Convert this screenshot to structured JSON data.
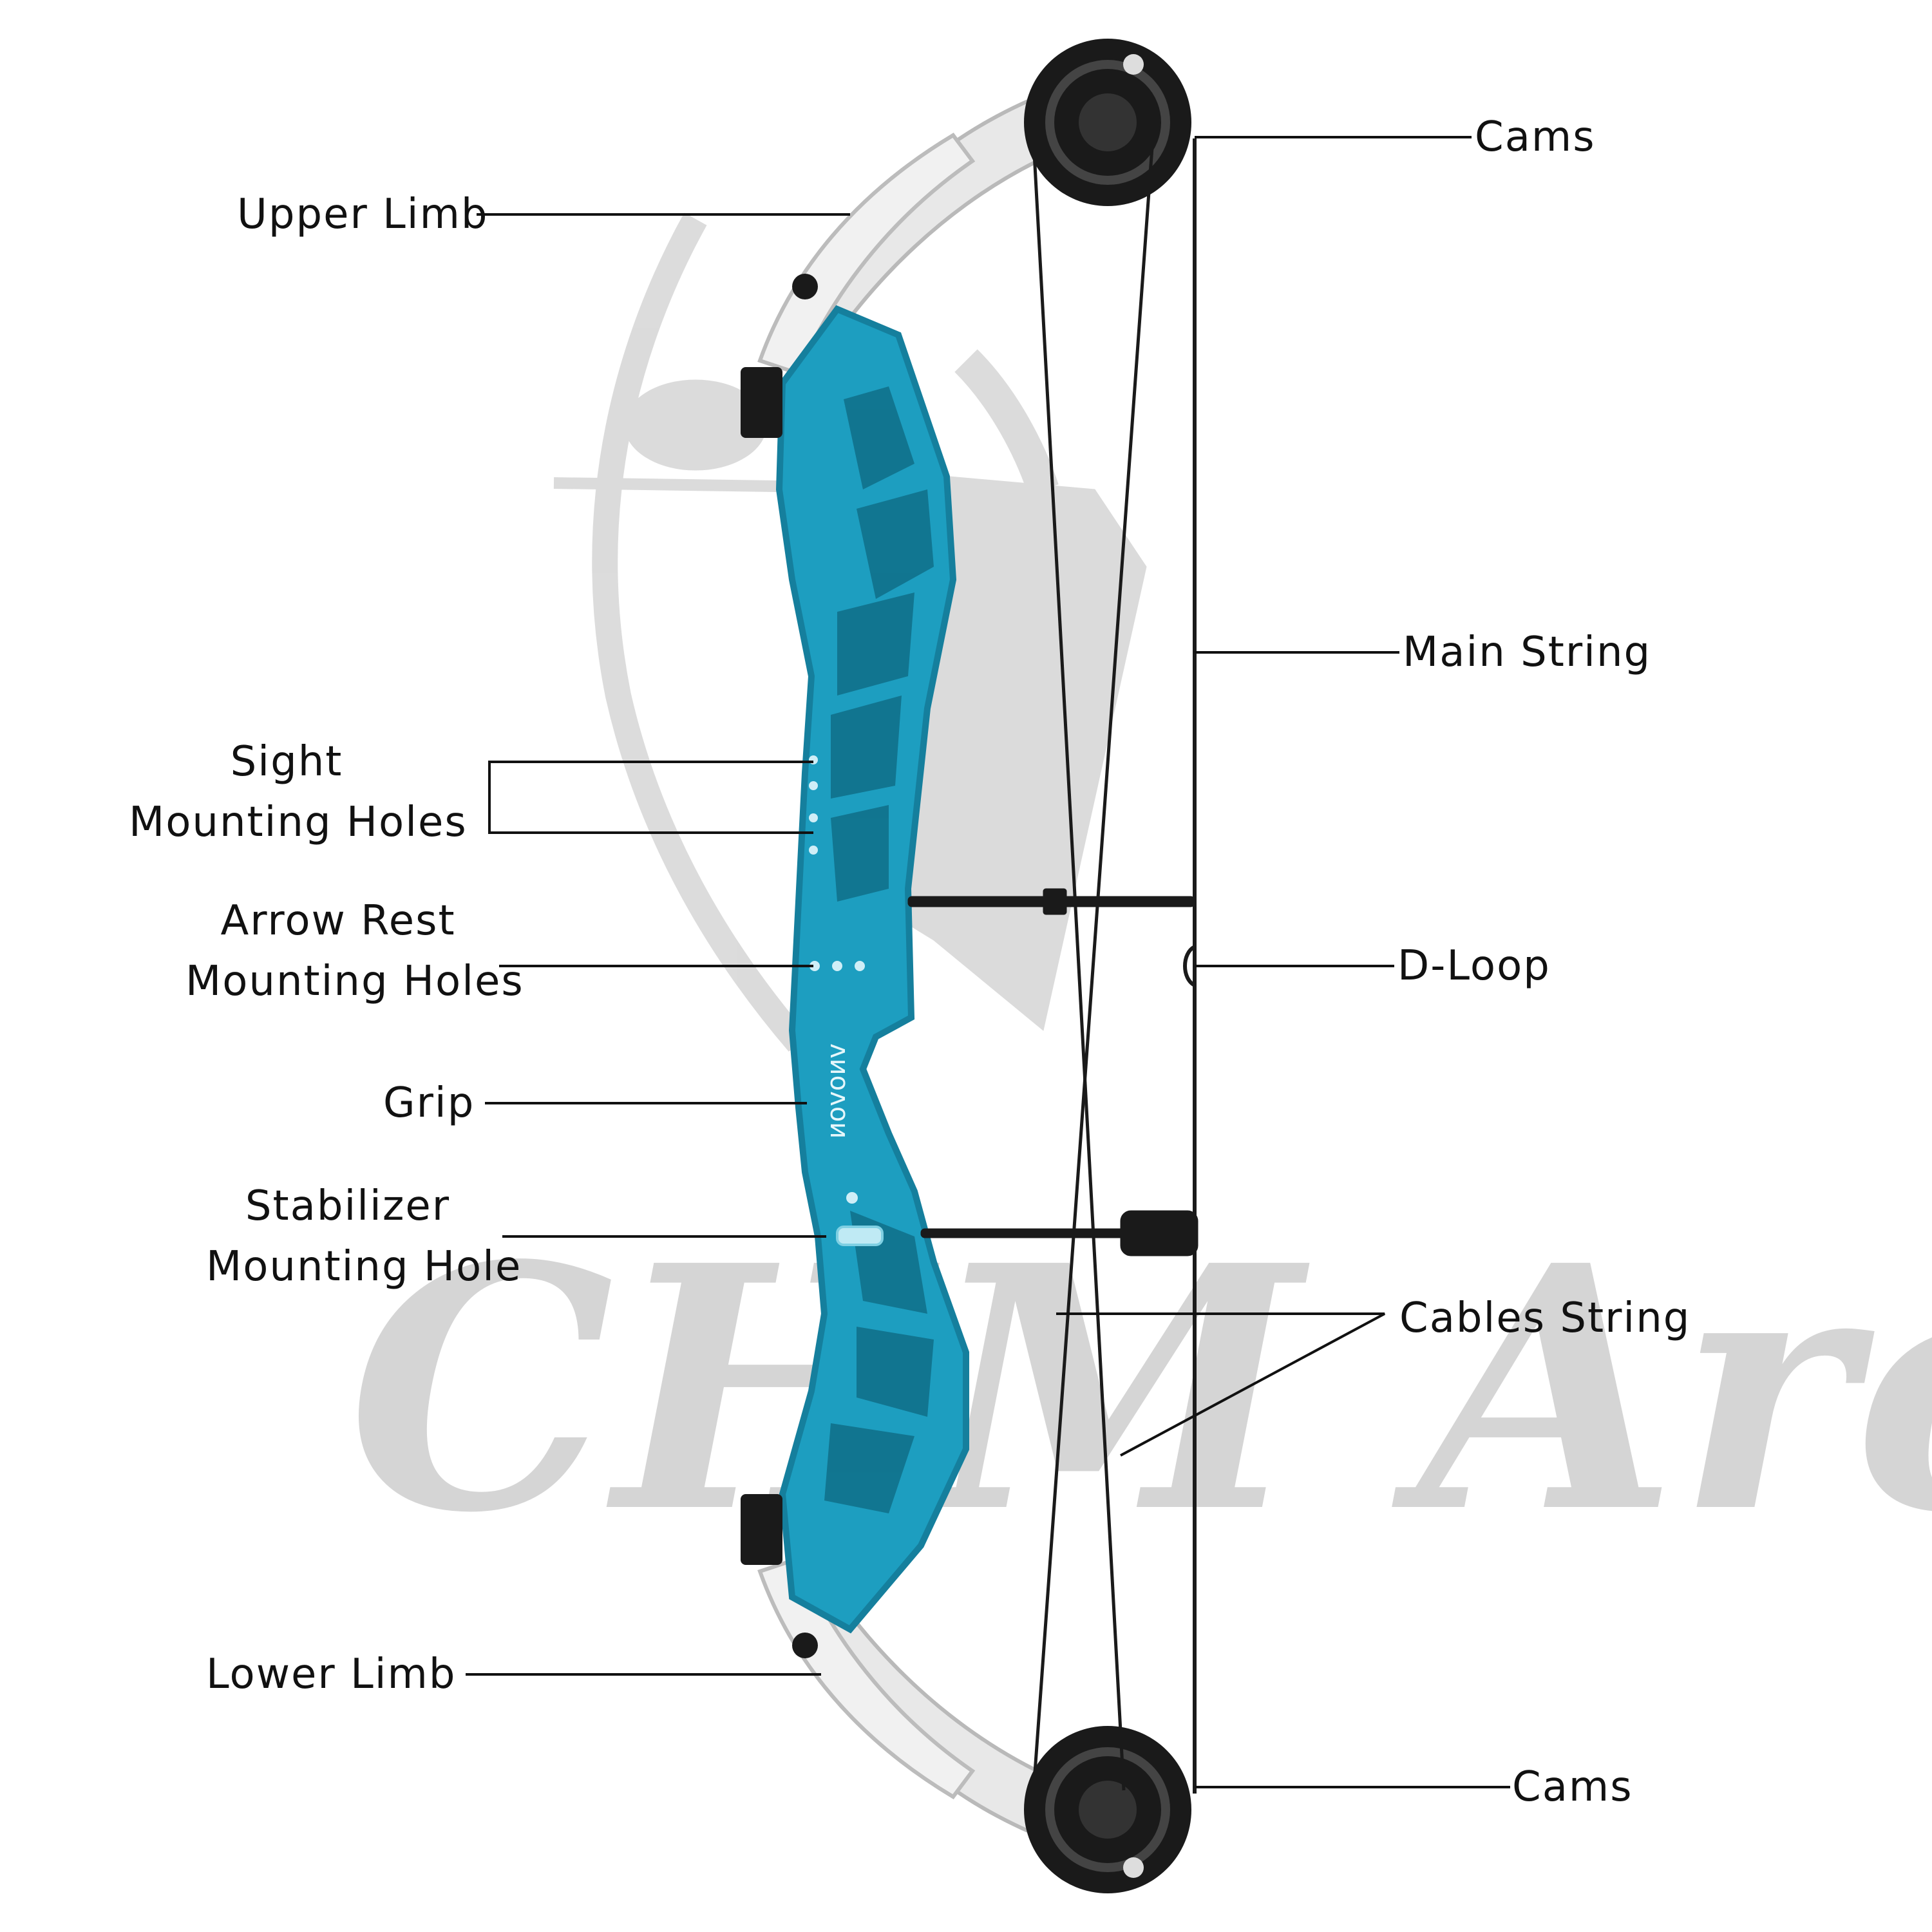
{
  "diagram": {
    "labels": {
      "cams_top": "Cams",
      "upper_limb": "Upper Limb",
      "main_string": "Main String",
      "sight_line1": "Sight",
      "sight_line2": "Mounting Holes",
      "arrow_line1": "Arrow Rest",
      "arrow_line2": "Mounting Holes",
      "d_loop": "D-Loop",
      "grip": "Grip",
      "stab_line1": "Stabilizer",
      "stab_line2": "Mounting Hole",
      "cables_string": "Cables String",
      "lower_limb": "Lower Limb",
      "cams_bottom": "Cams"
    },
    "riser_brand": "ᴧᴎᴏᴧᴏᴎ",
    "watermark": "CHM Archery"
  },
  "colors": {
    "riser": "#1d9ec0",
    "riser_dark": "#157f9d",
    "limb": "#e8e8e8",
    "hardware": "#1a1a1a",
    "text": "#111111",
    "leader": "#111111",
    "watermark": "#c8c8c8"
  }
}
